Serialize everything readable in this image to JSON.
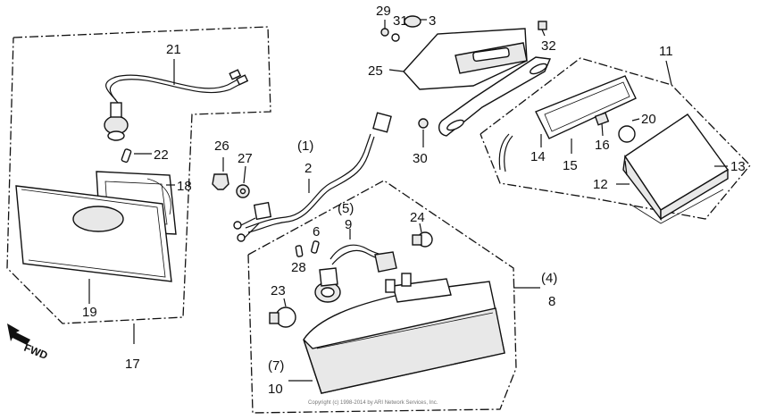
{
  "fwd_label": "FWD",
  "copyright": "Copyright (c) 1998-2014 by ARI Network Services, Inc.",
  "callouts": {
    "c1": "(1)",
    "c2": "2",
    "c3": "3",
    "c4": "(4)",
    "c5": "(5)",
    "c6": "6",
    "c7": "(7)",
    "c8": "8",
    "c9": "9",
    "c10": "10",
    "c11": "11",
    "c12": "12",
    "c13": "13",
    "c14": "14",
    "c15": "15",
    "c16": "16",
    "c17": "17",
    "c18": "18",
    "c19": "19",
    "c20": "20",
    "c21": "21",
    "c22": "22",
    "c23": "23",
    "c24": "24",
    "c25": "25",
    "c26": "26",
    "c27": "27",
    "c28": "28",
    "c29": "29",
    "c30": "30",
    "c31": "31",
    "c32": "32"
  }
}
